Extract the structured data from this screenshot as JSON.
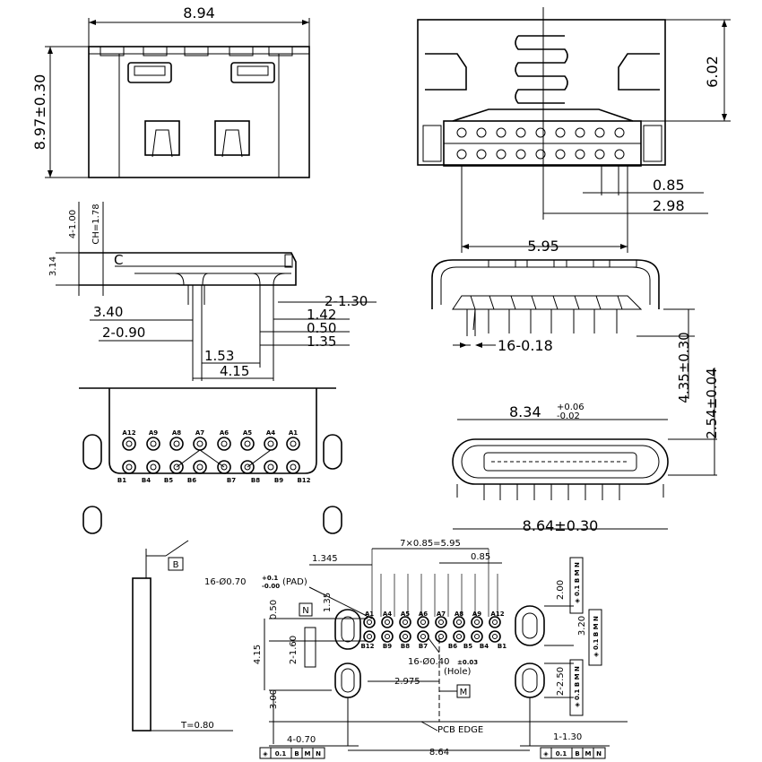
{
  "top_left": {
    "width": "8.94",
    "height": "8.97±0.30"
  },
  "top_right": {
    "height": "6.02",
    "pitch": "0.85",
    "span": "2.98",
    "row_width": "5.95"
  },
  "side": {
    "left_a": "4-1.00",
    "left_b": "CH=1.78",
    "height": "3.14",
    "cl": "C",
    "d1": "2-1.30",
    "d2": "1.42",
    "d3": "0.50",
    "d4": "1.35",
    "d5": "3.40",
    "d6": "2-0.90",
    "d7": "1.53",
    "d8": "4.15"
  },
  "mid_right": {
    "pins": "16-0.18",
    "h1": "4.35±0.30",
    "h2": "2.54±0.04",
    "w1": "8.34",
    "w1_tol_top": "+0.06",
    "w1_tol_bot": "-0.02",
    "w2": "8.64±0.30"
  },
  "pin_view": {
    "top_labels": [
      "A12",
      "A9",
      "A8",
      "A7",
      "A6",
      "A5",
      "A4",
      "A1"
    ],
    "bottom_labels": [
      "B1",
      "B4",
      "B5",
      "B6",
      "B7",
      "B8",
      "B9",
      "B12"
    ]
  },
  "pcb_side": {
    "datum": "B",
    "thickness": "T=0.80"
  },
  "footprint": {
    "pitch_total": "7×0.85=5.95",
    "left": "1.345",
    "pitch": "0.85",
    "pad": "16-Ø0.70",
    "pad_tol_top": "+0.1",
    "pad_tol_bot": "-0.00",
    "pad_suffix": "(PAD)",
    "hole": "16-Ø0.40",
    "hole_tol": "±0.03",
    "hole_suffix": "(Hole)",
    "v1": "0.50",
    "v2": "1.35",
    "v3": "4.15",
    "v4": "2-1.60",
    "v5": "3.00",
    "o1": "2.975",
    "datum_n": "N",
    "datum_m": "M",
    "r1": "2.00",
    "r2": "3.20",
    "r3": "2-2.50",
    "pcb_edge": "PCB EDGE",
    "b1": "4-0.70",
    "b2": "8.64",
    "b3": "1-1.30",
    "tol_frame": [
      "◈",
      "0.1",
      "B",
      "M",
      "N"
    ],
    "top_labels": [
      "A1",
      "A4",
      "A5",
      "A6",
      "A7",
      "A8",
      "A9",
      "A12"
    ],
    "bottom_labels": [
      "B12",
      "B9",
      "B8",
      "B7",
      "B6",
      "B5",
      "B4",
      "B1"
    ]
  }
}
